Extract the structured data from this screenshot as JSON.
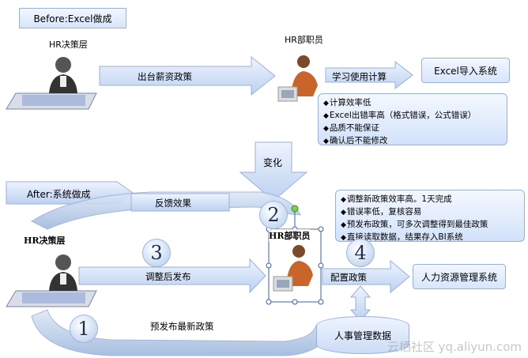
{
  "before_label": "Before:Excel做成",
  "after_label": "After:系统做成",
  "hr_decision_top": "HR决策层",
  "hr_staff_top": "HR部职员",
  "hr_decision_bottom": "HR决策层",
  "hr_staff_bottom": "HR部职员",
  "arrow_publish_policy": "出台薪资政策",
  "arrow_learn_calc": "学习使用计算",
  "excel_import": "Excel导入系统",
  "before_issues": [
    "计算效率低",
    "Excel出错率高（格式错误，公式错误）",
    "品质不能保证",
    "确认后不能修改"
  ],
  "change_label": "变化",
  "arrow_feedback": "反馈效果",
  "arrow_adjust_publish": "调整后发布",
  "arrow_config_policy": "配置政策",
  "arrow_prepublish": "预发布最新政策",
  "hr_system": "人力资源管理系统",
  "hr_database": "人事管理数据",
  "after_benefits": [
    "调整新政策效率高。1天完成",
    "错误率低，复核容易",
    "预发布政策，可多次调整得到最佳政策",
    "直接读取数据，结果存入BI系统"
  ],
  "step_numbers": [
    "1",
    "2",
    "3",
    "4"
  ],
  "watermark": "云栖社区 yq.aliyun.com"
}
